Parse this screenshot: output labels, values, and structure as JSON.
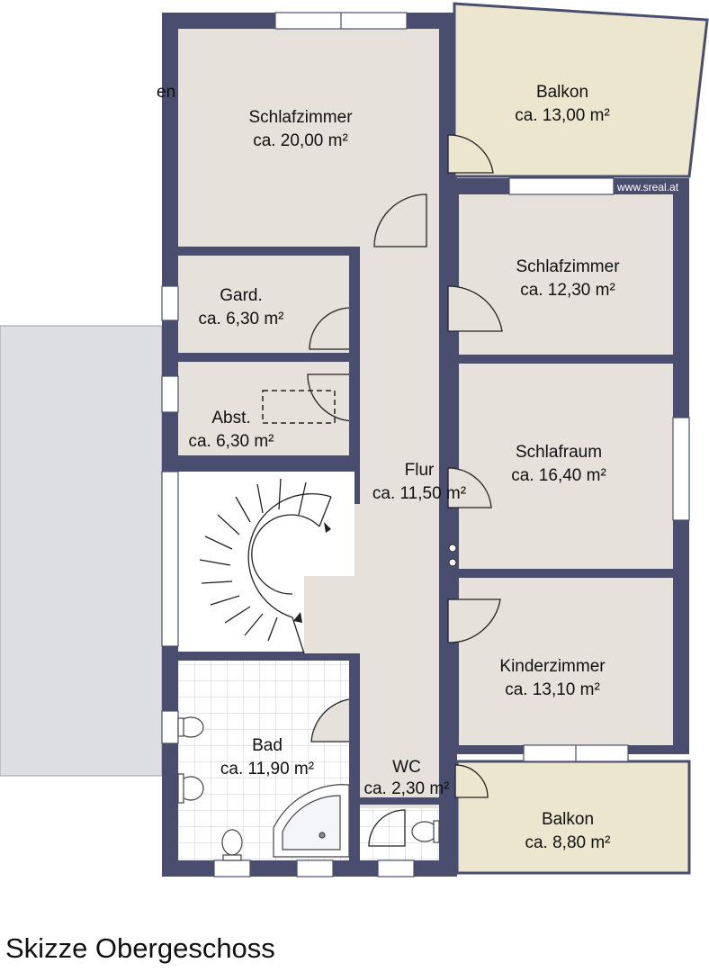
{
  "colors": {
    "wall": "#4a4e6e",
    "floor": "#e6e1da",
    "balcony": "#ece6cf",
    "terrace": "#dcdee2",
    "stair_floor": "#ffffff",
    "tile_line": "#c9ccd6",
    "window": "#ffffff"
  },
  "rooms": {
    "schlafzimmer_1": {
      "name": "Schlafzimmer",
      "area": "ca. 20,00 m²"
    },
    "balkon_1": {
      "name": "Balkon",
      "area": "ca. 13,00 m²"
    },
    "schlafzimmer_2": {
      "name": "Schlafzimmer",
      "area": "ca. 12,30 m²"
    },
    "gard": {
      "name": "Gard.",
      "area": "ca. 6,30 m²"
    },
    "abst": {
      "name": "Abst.",
      "area": "ca. 6,30 m²"
    },
    "flur": {
      "name": "Flur",
      "area": "ca. 11,50 m²"
    },
    "schlafraum": {
      "name": "Schlafraum",
      "area": "ca. 16,40 m²"
    },
    "kinderzimmer": {
      "name": "Kinderzimmer",
      "area": "ca. 13,10 m²"
    },
    "bad": {
      "name": "Bad",
      "area": "ca. 11,90 m²"
    },
    "wc": {
      "name": "WC",
      "area": "ca. 2,30 m²"
    },
    "balkon_2": {
      "name": "Balkon",
      "area": "ca. 8,80 m²"
    }
  },
  "watermark": "www.sreal.at",
  "partial_text": "en",
  "caption": "Skizze Obergeschoss"
}
